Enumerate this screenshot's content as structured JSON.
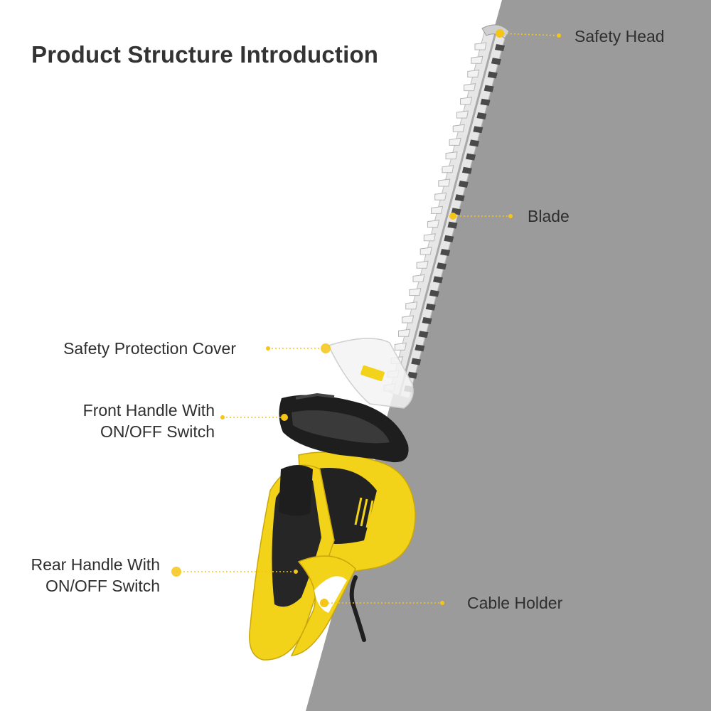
{
  "title": "Product Structure Introduction",
  "colors": {
    "accent": "#f5c518",
    "background_gray": "#9b9b9b",
    "tool_yellow": "#f3d21a",
    "tool_black": "#222222",
    "blade": "#dcdcdc"
  },
  "callouts": [
    {
      "id": "safety-head",
      "lines": [
        "Safety Head"
      ]
    },
    {
      "id": "blade",
      "lines": [
        "Blade"
      ]
    },
    {
      "id": "safety-protection-cover",
      "lines": [
        "Safety Protection Cover"
      ]
    },
    {
      "id": "front-handle",
      "lines": [
        "Front Handle With",
        "ON/OFF Switch"
      ]
    },
    {
      "id": "rear-handle",
      "lines": [
        "Rear Handle With",
        "ON/OFF Switch"
      ]
    },
    {
      "id": "cable-holder",
      "lines": [
        "Cable Holder"
      ]
    }
  ]
}
